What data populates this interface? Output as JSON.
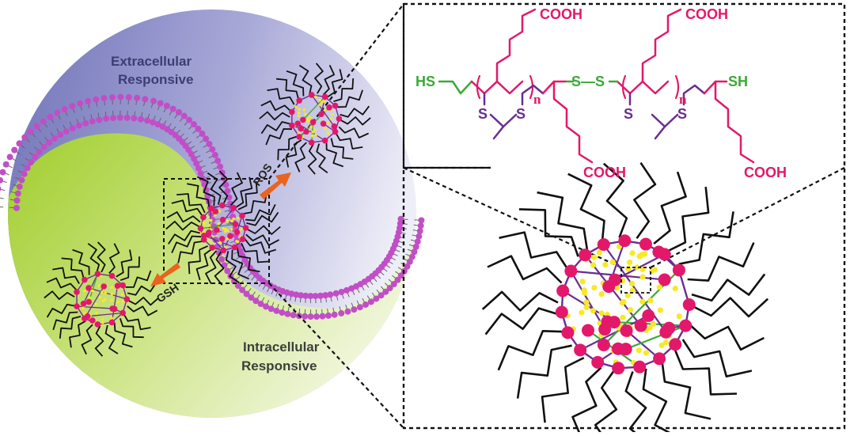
{
  "labels": {
    "extracellular_line1": "Extracellular",
    "extracellular_line2": "Responsive",
    "intracellular_line1": "Intracellular",
    "intracellular_line2": "Responsive",
    "ros": "ROS",
    "gsh": "GSH"
  },
  "chemistry": {
    "cooh": "COOH",
    "hs": "HS",
    "sh": "SH",
    "s": "S",
    "ss": "S—S",
    "n": "n"
  },
  "colors": {
    "pink": "#e3186a",
    "green": "#3aa935",
    "purple": "#6a2c91",
    "yellow": "#f6e928",
    "membrane": "#c14ec6",
    "arrow": "#e8641f"
  }
}
